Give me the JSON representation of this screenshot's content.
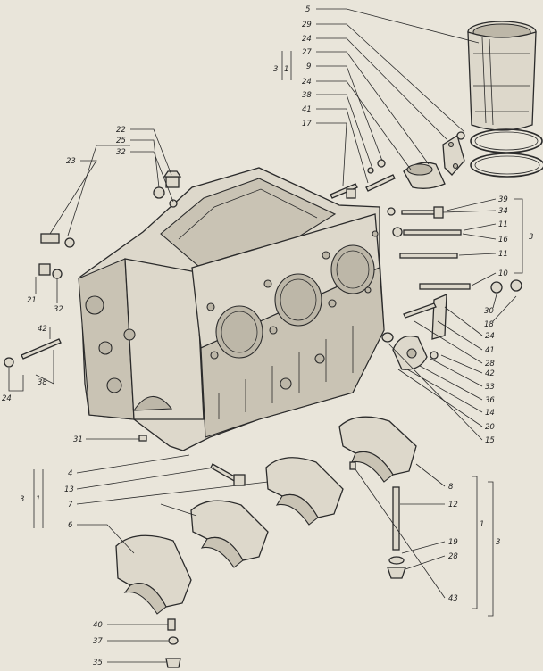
{
  "callouts": {
    "n5": "5",
    "n29": "29",
    "n24a": "24",
    "n27": "27",
    "n9": "9",
    "n24b": "24",
    "n38": "38",
    "n41a": "41",
    "n17": "17",
    "n22": "22",
    "n25": "25",
    "n32a": "32",
    "n23": "23",
    "n21": "21",
    "n32b": "32",
    "n42a": "42",
    "n38b": "38",
    "n24c": "24",
    "n39": "39",
    "n34": "34",
    "n11a": "11",
    "n16": "16",
    "n11b": "11",
    "n10": "10",
    "n30": "30",
    "n18": "18",
    "n24d": "24",
    "n41b": "41",
    "n28a": "28",
    "n42b": "42",
    "n33": "33",
    "n36": "36",
    "n14": "14",
    "n20": "20",
    "n15": "15",
    "n31": "31",
    "n4": "4",
    "n13": "13",
    "n7": "7",
    "n6": "6",
    "n8": "8",
    "n12": "12",
    "n19": "19",
    "n28b": "28",
    "n43": "43",
    "n40": "40",
    "n37": "37",
    "n35": "35"
  },
  "groups": {
    "g3a": "3",
    "g1a": "1",
    "g3b": "3",
    "g3c": "3",
    "g1c": "1",
    "g1d": "1",
    "g3d": "3"
  }
}
